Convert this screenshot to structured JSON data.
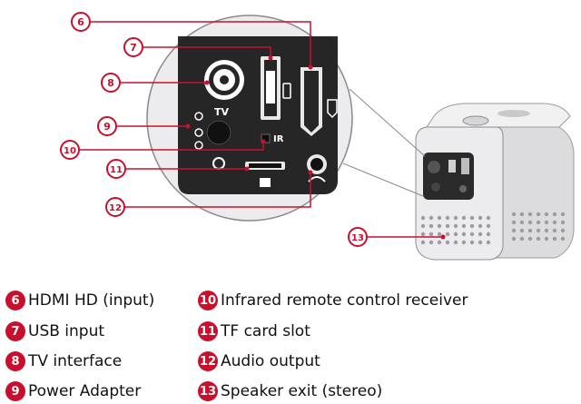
{
  "panel": {
    "tv_label": "TV",
    "ir_label": "IR"
  },
  "callouts": [
    {
      "num": "6",
      "text": "HDMI HD (input)"
    },
    {
      "num": "7",
      "text": "USB input"
    },
    {
      "num": "8",
      "text": "TV interface"
    },
    {
      "num": "9",
      "text": "Power Adapter"
    },
    {
      "num": "10",
      "text": "Infrared remote control receiver"
    },
    {
      "num": "11",
      "text": "TF card slot"
    },
    {
      "num": "12",
      "text": "Audio output"
    },
    {
      "num": "13",
      "text": "Speaker exit (stereo)"
    }
  ],
  "colors": {
    "accent": "#c8102e",
    "panel_bg": "#2a2a2a",
    "device_body": "#e4e4e6"
  }
}
